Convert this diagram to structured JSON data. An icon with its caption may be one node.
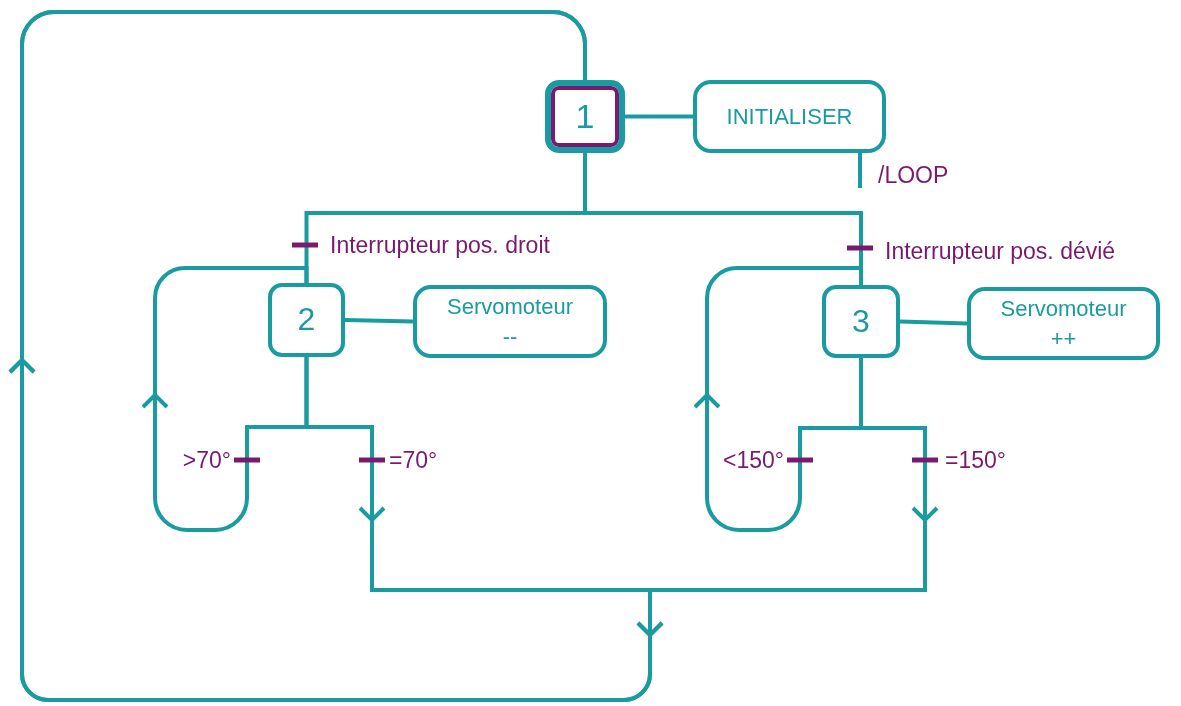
{
  "diagram": {
    "nodes": [
      {
        "text": [
          "1"
        ]
      },
      {
        "text": [
          "INITIALISER"
        ]
      },
      {
        "text": [
          "2"
        ]
      },
      {
        "text": [
          "Servomoteur --"
        ]
      },
      {
        "text": [
          "3"
        ]
      },
      {
        "text": [
          "Servomoteur ++"
        ]
      }
    ],
    "edges": [
      {
        "from": 0,
        "to": 1,
        "arrow": "none"
      },
      {
        "from": 1,
        "to": null,
        "arrow": "none",
        "label": "/LOOP"
      },
      {
        "from": 0,
        "to": 2,
        "arrow": "none",
        "label": "Interrupteur pos. droit"
      },
      {
        "from": 0,
        "to": 4,
        "arrow": "none",
        "label": "Interrupteur pos. dévié"
      },
      {
        "from": 2,
        "to": 3,
        "arrow": "none"
      },
      {
        "from": 4,
        "to": 5,
        "arrow": "none"
      },
      {
        "from": 2,
        "to": 2,
        "arrow": "to",
        "label": ">70°"
      },
      {
        "from": 2,
        "to": 0,
        "arrow": "to",
        "label": "=70°"
      },
      {
        "from": 4,
        "to": 4,
        "arrow": "to",
        "label": "<150°"
      },
      {
        "from": 4,
        "to": 0,
        "arrow": "to",
        "label": "=150°"
      }
    ]
  }
}
